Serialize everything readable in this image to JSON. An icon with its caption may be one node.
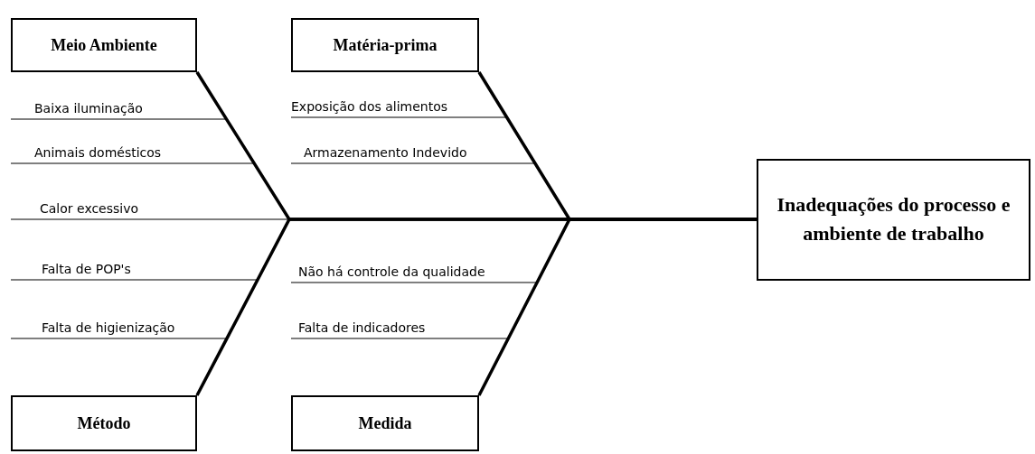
{
  "diagram": {
    "nodes": [
      {
        "text": [
          "Meio Ambiente"
        ]
      },
      {
        "text": [
          "Baixa iluminação"
        ]
      },
      {
        "text": [
          "Animais domésticos"
        ]
      },
      {
        "text": [
          "Calor excessivo"
        ]
      },
      {
        "text": [
          "Matéria-prima"
        ]
      },
      {
        "text": [
          "Exposição dos alimentos"
        ]
      },
      {
        "text": [
          "Armazenamento Indevido"
        ]
      },
      {
        "text": [
          "Método"
        ]
      },
      {
        "text": [
          "Falta de POP's"
        ]
      },
      {
        "text": [
          "Falta de higienização"
        ]
      },
      {
        "text": [
          "Medida"
        ]
      },
      {
        "text": [
          "Não há controle da qualidade"
        ]
      },
      {
        "text": [
          "Falta de indicadores"
        ]
      },
      {
        "text": [
          "Inadequações do processo e ambiente de trabalho"
        ]
      }
    ],
    "edges": [
      {
        "from": 1,
        "to": 0,
        "arrow": "none"
      },
      {
        "from": 2,
        "to": 0,
        "arrow": "none"
      },
      {
        "from": 3,
        "to": 0,
        "arrow": "none"
      },
      {
        "from": 5,
        "to": 4,
        "arrow": "none"
      },
      {
        "from": 6,
        "to": 4,
        "arrow": "none"
      },
      {
        "from": 8,
        "to": 7,
        "arrow": "none"
      },
      {
        "from": 9,
        "to": 7,
        "arrow": "none"
      },
      {
        "from": 11,
        "to": 10,
        "arrow": "none"
      },
      {
        "from": 12,
        "to": 10,
        "arrow": "none"
      },
      {
        "from": 0,
        "to": 13,
        "arrow": "none",
        "style": "thick"
      },
      {
        "from": 4,
        "to": 13,
        "arrow": "none",
        "style": "thick"
      },
      {
        "from": 7,
        "to": 13,
        "arrow": "none",
        "style": "thick"
      },
      {
        "from": 10,
        "to": 13,
        "arrow": "none",
        "style": "thick"
      }
    ]
  }
}
